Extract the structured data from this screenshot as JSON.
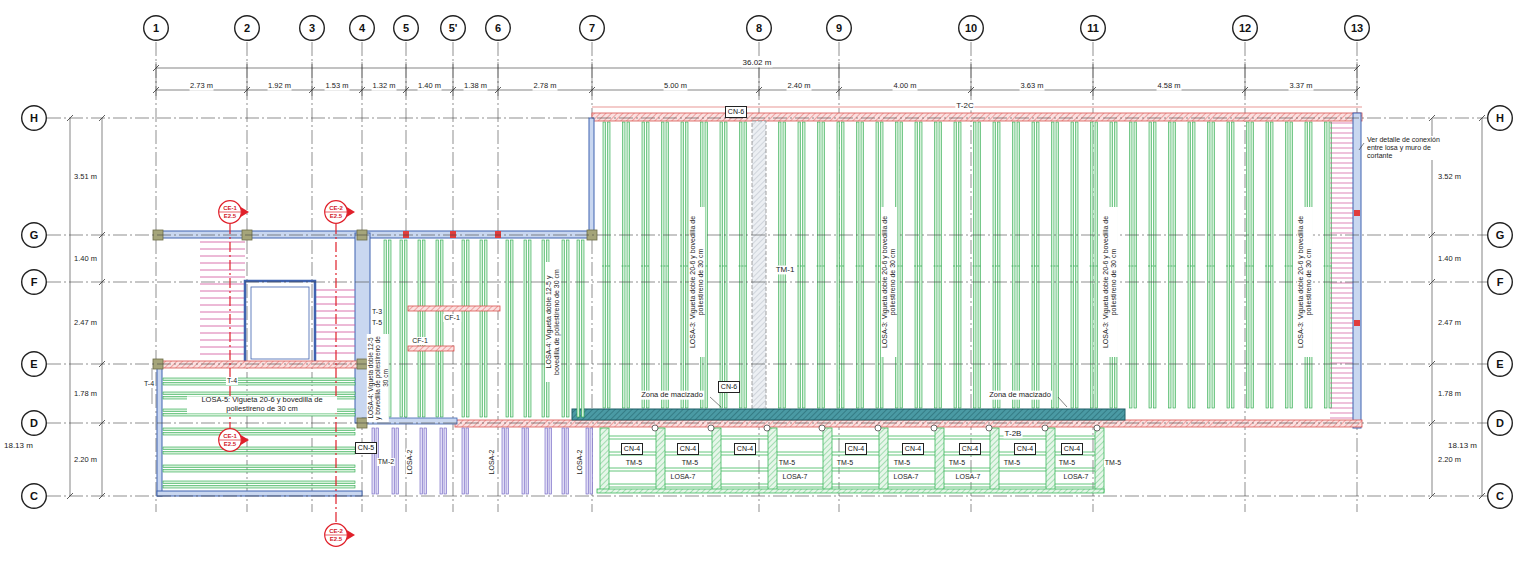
{
  "diagram": {
    "nodes": [
      {
        "text": [
          "1"
        ]
      },
      {
        "text": [
          "2"
        ]
      },
      {
        "text": [
          "3"
        ]
      },
      {
        "text": [
          "4"
        ]
      },
      {
        "text": [
          "5"
        ]
      },
      {
        "text": [
          "5'"
        ]
      },
      {
        "text": [
          "6"
        ]
      },
      {
        "text": [
          "7"
        ]
      },
      {
        "text": [
          "8"
        ]
      },
      {
        "text": [
          "9"
        ]
      },
      {
        "text": [
          "10"
        ]
      },
      {
        "text": [
          "11"
        ]
      },
      {
        "text": [
          "12"
        ]
      },
      {
        "text": [
          "13"
        ]
      },
      {
        "text": [
          "H"
        ]
      },
      {
        "text": [
          "H"
        ]
      },
      {
        "text": [
          "G"
        ]
      },
      {
        "text": [
          "G"
        ]
      },
      {
        "text": [
          "F"
        ]
      },
      {
        "text": [
          "F"
        ]
      },
      {
        "text": [
          "E"
        ]
      },
      {
        "text": [
          "E"
        ]
      },
      {
        "text": [
          "D"
        ]
      },
      {
        "text": [
          "D"
        ]
      },
      {
        "text": [
          "C"
        ]
      },
      {
        "text": [
          "C"
        ]
      },
      {
        "text": [
          "CE-1",
          "E2.5"
        ]
      },
      {
        "text": [
          "CE-2",
          "E2.5"
        ]
      },
      {
        "text": [
          "CN-6"
        ]
      },
      {
        "text": [
          "CN-6"
        ]
      },
      {
        "text": [
          "CN-5"
        ]
      },
      {
        "text": [
          "CE-1",
          "E2.5"
        ]
      },
      {
        "text": [
          "CN-4"
        ]
      },
      {
        "text": [
          "CN-4"
        ]
      },
      {
        "text": [
          "CN-4"
        ]
      },
      {
        "text": [
          "CN-4"
        ]
      },
      {
        "text": [
          "CN-4"
        ]
      },
      {
        "text": [
          "CN-4"
        ]
      },
      {
        "text": [
          "CN-4"
        ]
      },
      {
        "text": [
          "CN-4"
        ]
      },
      {
        "text": [
          "CE-2",
          "E2.5"
        ]
      }
    ],
    "edges": [
      {
        "from": 14,
        "to": 15,
        "arrow": "none"
      },
      {
        "from": 16,
        "to": 17,
        "arrow": "none"
      },
      {
        "from": 18,
        "to": 19,
        "arrow": "none"
      },
      {
        "from": 20,
        "to": 21,
        "arrow": "none"
      },
      {
        "from": 22,
        "to": 23,
        "arrow": "none"
      },
      {
        "from": 24,
        "to": 25,
        "arrow": "none"
      },
      {
        "from": 26,
        "to": 31,
        "arrow": "none"
      },
      {
        "from": 27,
        "to": 40,
        "arrow": "none"
      }
    ],
    "labels": [
      "36.02 m",
      "2.73 m",
      "1.92 m",
      "1.53 m",
      "1.32 m",
      "1.40 m",
      "1.38 m",
      "2.78 m",
      "5.00 m",
      "2.40 m",
      "4.00 m",
      "3.63 m",
      "4.58 m",
      "3.37 m",
      "3.51 m",
      "1.40 m",
      "2.47 m",
      "1.78 m",
      "2.20 m",
      "18.13 m",
      "3.52 m",
      "1.40 m",
      "2.47 m",
      "1.78 m",
      "2.20 m",
      "18.13 m",
      "T-2C",
      "Ver detalle de conexión entre losa y muro de cortante",
      "TM-1",
      "Zona de macizado",
      "Zona de macizado",
      "T-2B",
      "LOSA-4: Vigueta doble 12-5 y bovedilla de poliestireno de 30 cm",
      "LOSA-4: Vigueta doble 12-5 y bovedilla de poliestireno de 30 cm",
      "LOSA-3: Vigueta doble 20-6 y bovedilla de poliestireno de 30 cm",
      "LOSA-3: Vigueta doble 20-6 y bovedilla de poliestireno de 30 cm",
      "LOSA-3: Vigueta doble 20-6 y bovedilla de poliestireno de 30 cm",
      "LOSA-3: Vigueta doble 20-6 y bovedilla de poliestireno de 30 cm",
      "LOSA-5: Vigueta 20-6 y bovedilla de poliestireno de 30 cm",
      "T-3",
      "T-5",
      "T-4",
      "T-4",
      "CF-1",
      "CF-1",
      "TM-2",
      "LOSA-2",
      "LOSA-2",
      "LOSA-2",
      "TM-5",
      "TM-5",
      "TM-5",
      "TM-5",
      "TM-5",
      "TM-5",
      "TM-5",
      "TM-5",
      "TM-5",
      "LOSA-7",
      "LOSA-7",
      "LOSA-7",
      "LOSA-7",
      "LOSA-7"
    ]
  }
}
